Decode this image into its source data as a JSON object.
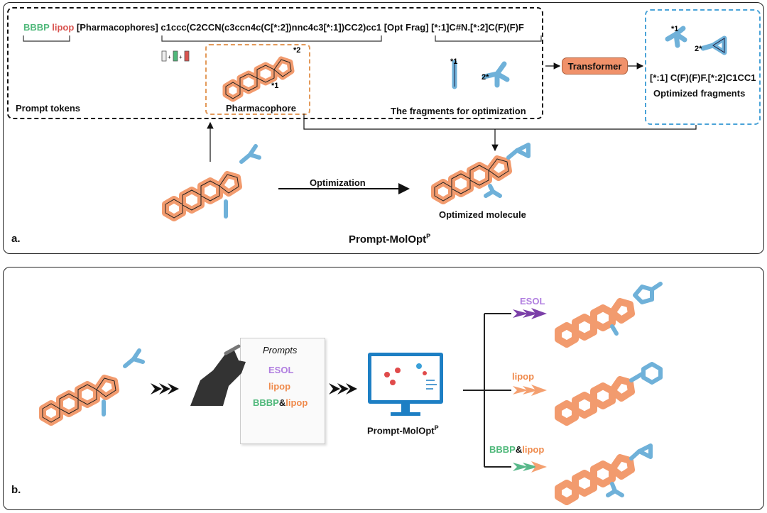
{
  "panel_a": {
    "label": "a.",
    "title": "Prompt-MolOpt",
    "title_sup": "P",
    "prompt_line": {
      "tok_bbbp": "BBBP",
      "tok_lipop": "lipop",
      "tok_pharm": "[Pharmacophores]",
      "smiles": "c1ccc(C2CCN(c3ccn4c(C[*:2])nnc4c3[*:1])CC2)cc1",
      "tok_optfrag": "[Opt Frag]",
      "frag_smiles": "[*:1]C#N.[*:2]C(F)(F)F"
    },
    "prompt_tokens_label": "Prompt tokens",
    "pharmacophore_label": "Pharmacophore",
    "fragments_label": "The fragments for optimization",
    "transformer_label": "Transformer",
    "opt_frag_smiles": "[*:1] C(F)(F)F.[*:2]C1CC1",
    "opt_frag_label": "Optimized fragments",
    "optimization_label": "Optimization",
    "optimized_molecule_label": "Optimized molecule",
    "attach_1": "*1",
    "attach_2": "*2",
    "attach_1b": "2*",
    "attach_2b": "*1"
  },
  "panel_b": {
    "label": "b.",
    "prompts_title": "Prompts",
    "prompt_esol": "ESOL",
    "prompt_lipop": "lipop",
    "prompt_bbbp": "BBBP",
    "prompt_amp": "&",
    "prompt_lipop2": "lipop",
    "model_label": "Prompt-MolOpt",
    "model_sup": "P",
    "out_esol": "ESOL",
    "out_lipop": "lipop",
    "out_bbbp": "BBBP",
    "out_amp": "&",
    "out_lipop2": "lipop"
  },
  "colors": {
    "molecule_orange": "#f08a55",
    "fragment_blue": "#6fb1d9",
    "dashed_black": "#111111",
    "dashed_orange": "#e39a5a",
    "dashed_blue": "#4aa3d8",
    "transformer_fill": "#f0916a",
    "arrow_purple": "#7b3fa8",
    "arrow_orange": "#f4a070",
    "arrow_green": "#58b88a",
    "monitor_blue": "#1d7fc4"
  },
  "icons": [
    "molecule-structure",
    "robot-hand-icon",
    "document-icon",
    "monitor-icon",
    "chevron-arrow-icon"
  ]
}
